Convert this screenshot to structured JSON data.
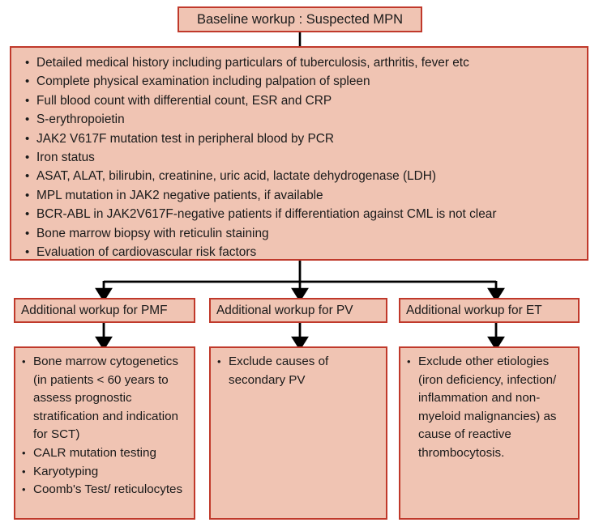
{
  "diagram": {
    "title_box": {
      "label": "Baseline workup : Suspected MPN"
    },
    "baseline_workup": {
      "items": [
        "Detailed medical history including particulars of tuberculosis, arthritis, fever etc",
        "Complete physical examination including palpation of spleen",
        "Full blood count with differential count, ESR and CRP",
        "S-erythropoietin",
        "JAK2 V617F mutation test in peripheral blood by PCR",
        "Iron status",
        "ASAT, ALAT, bilirubin, creatinine, uric acid, lactate dehydrogenase (LDH)",
        "MPL mutation in JAK2 negative patients, if available",
        "BCR-ABL in JAK2V617F-negative patients if differentiation against CML is not clear",
        "Bone marrow biopsy with reticulin staining",
        "Evaluation of cardiovascular risk factors"
      ]
    },
    "columns": [
      {
        "header": "Additional workup for PMF",
        "items": [
          "Bone marrow cytogenetics (in patients < 60 years to assess prognostic stratification and indication for SCT)",
          "CALR mutation testing",
          "Karyotyping",
          "Coomb's Test/ reticulocytes"
        ]
      },
      {
        "header": "Additional workup for PV",
        "items": [
          "Exclude causes of secondary PV"
        ]
      },
      {
        "header": "Additional workup for ET",
        "items": [
          "Exclude other etiologies (iron deficiency, infection/ inflammation and  non-myeloid malignancies) as cause of reactive thrombocytosis."
        ]
      }
    ],
    "colors": {
      "box_fill": "#f0c4b3",
      "box_border": "#c0392b",
      "connector": "#000000",
      "text": "#1a1a1a",
      "background": "#ffffff"
    }
  }
}
